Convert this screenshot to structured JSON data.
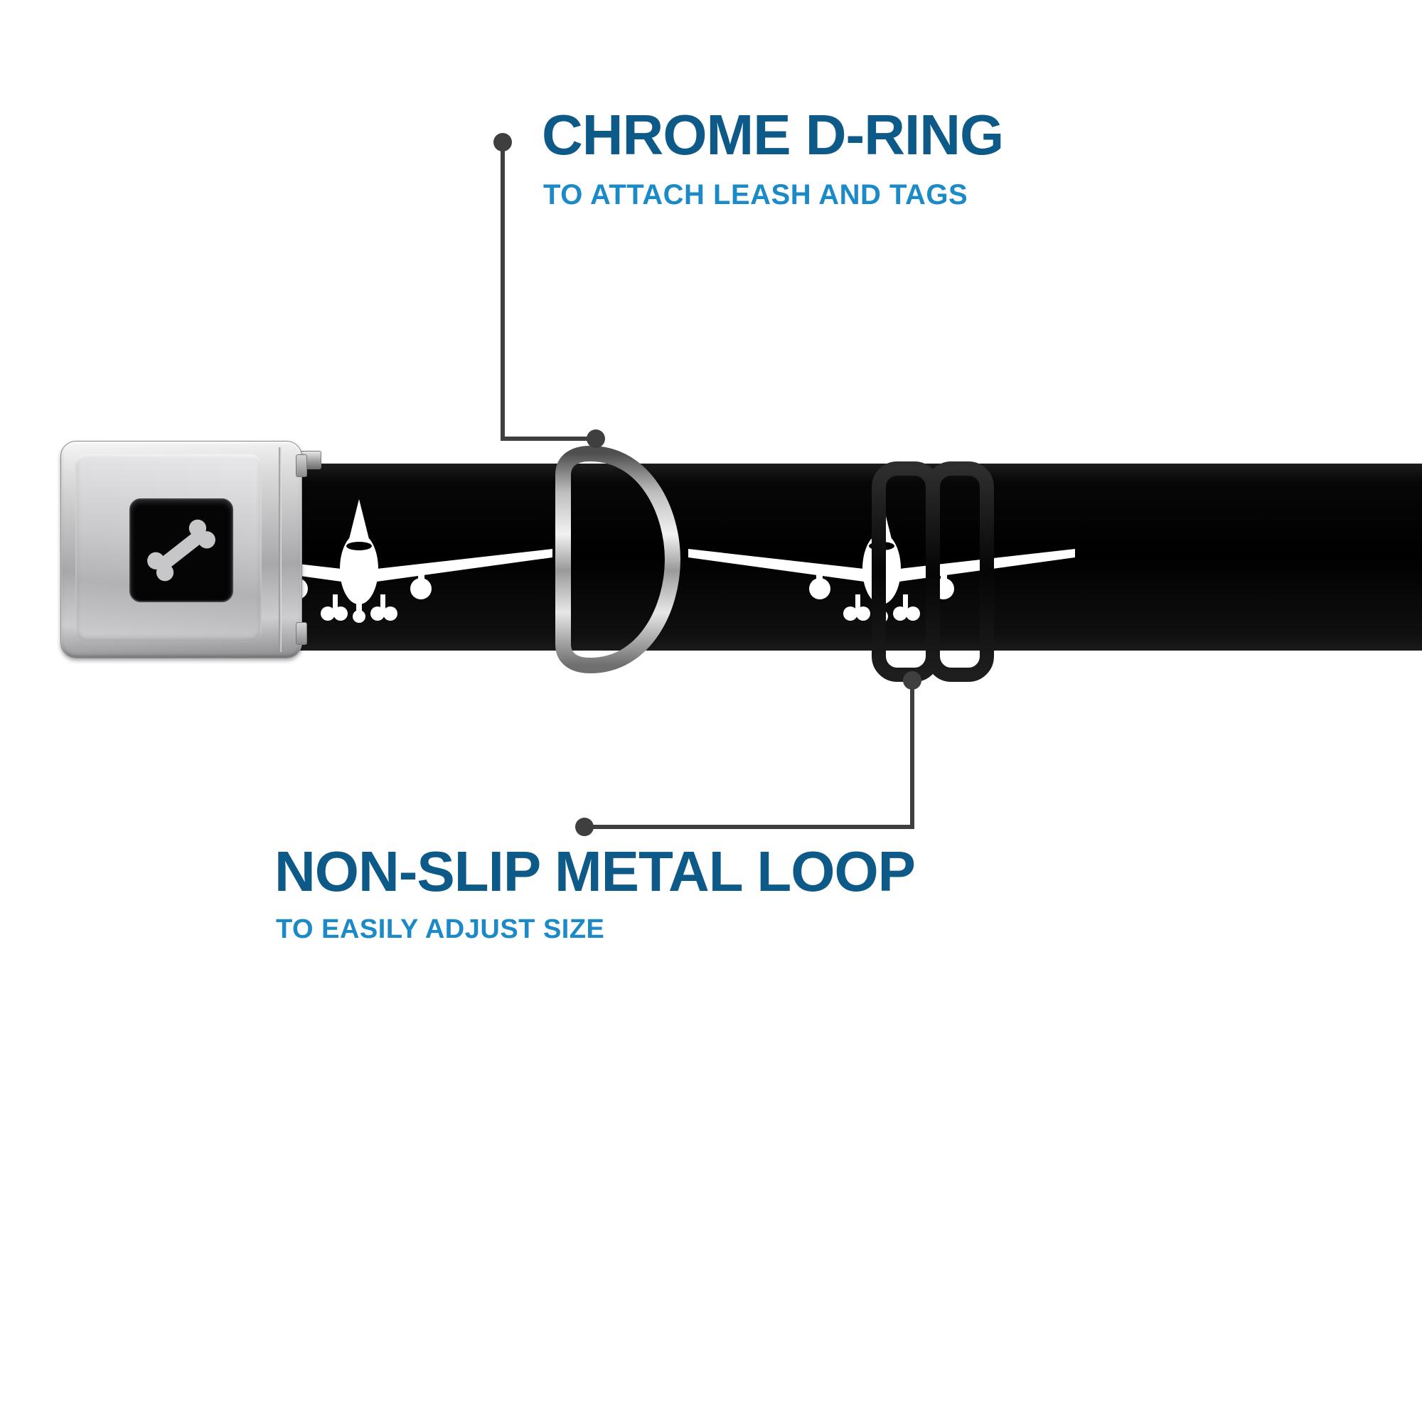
{
  "callouts": {
    "dring": {
      "title": "CHROME D-RING",
      "subtitle": "TO ATTACH LEASH AND TAGS"
    },
    "loop": {
      "title": "NON-SLIP METAL LOOP",
      "subtitle": "TO EASILY ADJUST SIZE"
    }
  },
  "colors": {
    "title_blue": "#0d5a88",
    "subtitle_blue": "#1b8ac6",
    "callout_line": "#3f3f3f",
    "strap_black": "#000000",
    "buckle_silver": "#b9b9ba",
    "plane_white": "#ffffff"
  },
  "icons": [
    {
      "name": "dog-bone-icon"
    },
    {
      "name": "airplane-icon"
    },
    {
      "name": "d-ring-icon"
    },
    {
      "name": "metal-loop-icon"
    }
  ]
}
